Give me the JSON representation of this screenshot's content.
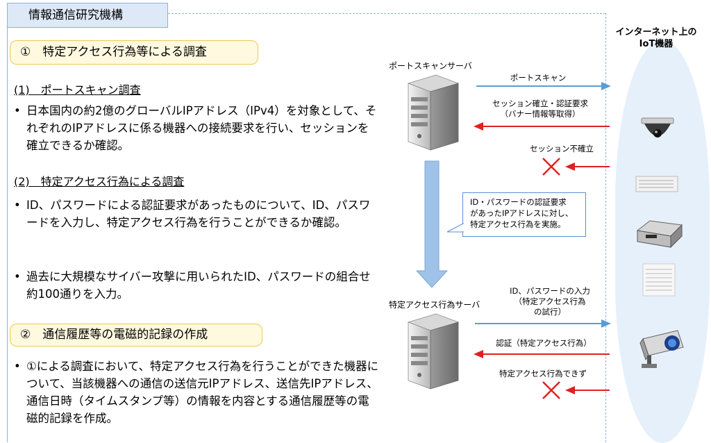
{
  "org_title": "情報通信研究機構",
  "section1": {
    "label": "①　特定アクセス行為等による調査",
    "sub1": {
      "heading": "(1)　ポートスキャン調査",
      "bullet": "日本国内の約2億のグローバルIPアドレス（IPv4）を対象として、それぞれのIPアドレスに係る機器への接続要求を行い、セッションを確立できるか確認。"
    },
    "sub2": {
      "heading": "(2)　特定アクセス行為による調査",
      "bullets": [
        "ID、パスワードによる認証要求があったものについて、ID、パスワードを入力し、特定アクセス行為を行うことができるか確認。",
        "過去に大規模なサイバー攻撃に用いられたID、パスワードの組合せ約100通りを入力。"
      ]
    }
  },
  "section2": {
    "label": "②　通信履歴等の電磁的記録の作成",
    "bullet": "①による調査において、特定アクセス行為を行うことができた機器について、当該機器への通信の送信元IPアドレス、送信先IPアドレス、通信日時（タイムスタンプ等）の情報を内容とする通信履歴等の電磁的記録を作成。"
  },
  "diagram": {
    "portscan_server_label": "ポートスキャンサーバ",
    "access_server_label": "特定アクセス行為サーバ",
    "iot_title_line1": "インターネット上の",
    "iot_title_line2": "IoT機器",
    "arrow_portscan": "ポートスキャン",
    "arrow_session_line1": "セッション確立・認証要求",
    "arrow_session_line2": "（バナー情報等取得）",
    "arrow_no_session": "セッション不確立",
    "callout_line1": "ID・パスワードの認証要求",
    "callout_line2": "があったIPアドレスに対し、",
    "callout_line3": "特定アクセス行為を実施。",
    "arrow_id_line1": "ID、パスワードの入力",
    "arrow_id_line2": "（特定アクセス行為",
    "arrow_id_line3": "の試行）",
    "arrow_auth": "認証（特定アクセス行為）",
    "arrow_fail": "特定アクセス行為できず",
    "colors": {
      "blue_arrow": "#5b9bd5",
      "red_arrow": "#e02020",
      "frame": "#8fb0d8",
      "cloud": "#e6f0fa"
    }
  }
}
